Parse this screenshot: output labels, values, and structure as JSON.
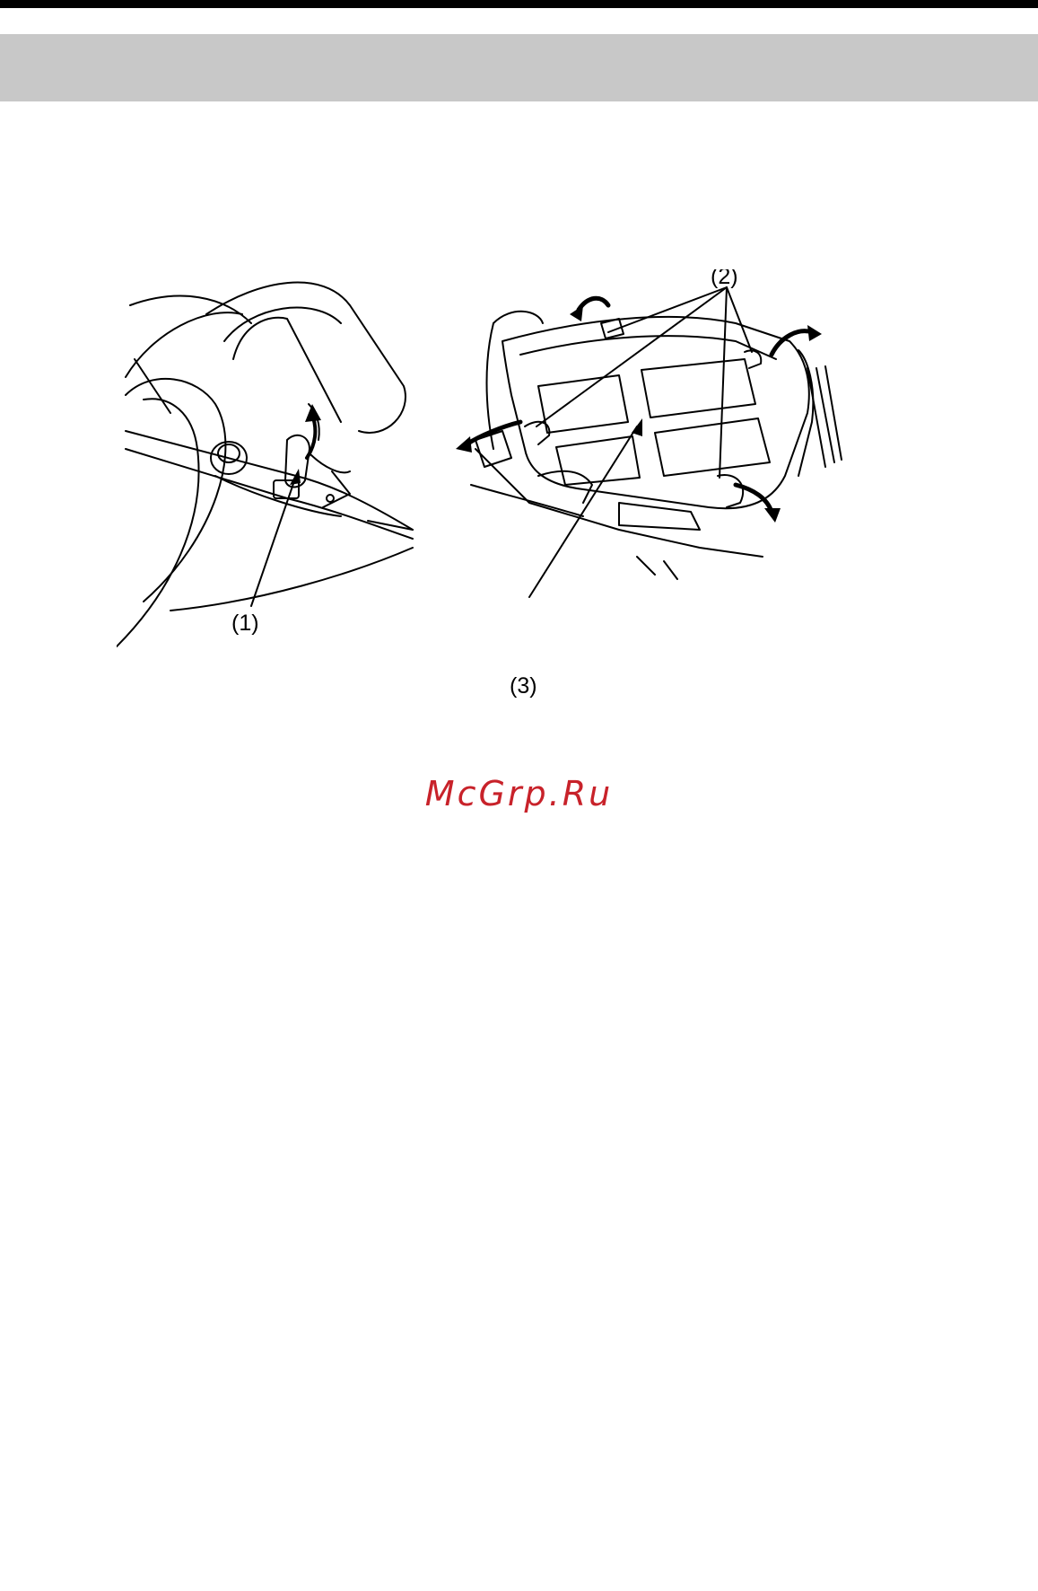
{
  "figure": {
    "callouts": [
      "(1)",
      "(2)",
      "(3)"
    ]
  },
  "watermark": "McGrp.Ru",
  "colors": {
    "header_band": "#c8c8c8",
    "watermark": "#c8222a"
  }
}
